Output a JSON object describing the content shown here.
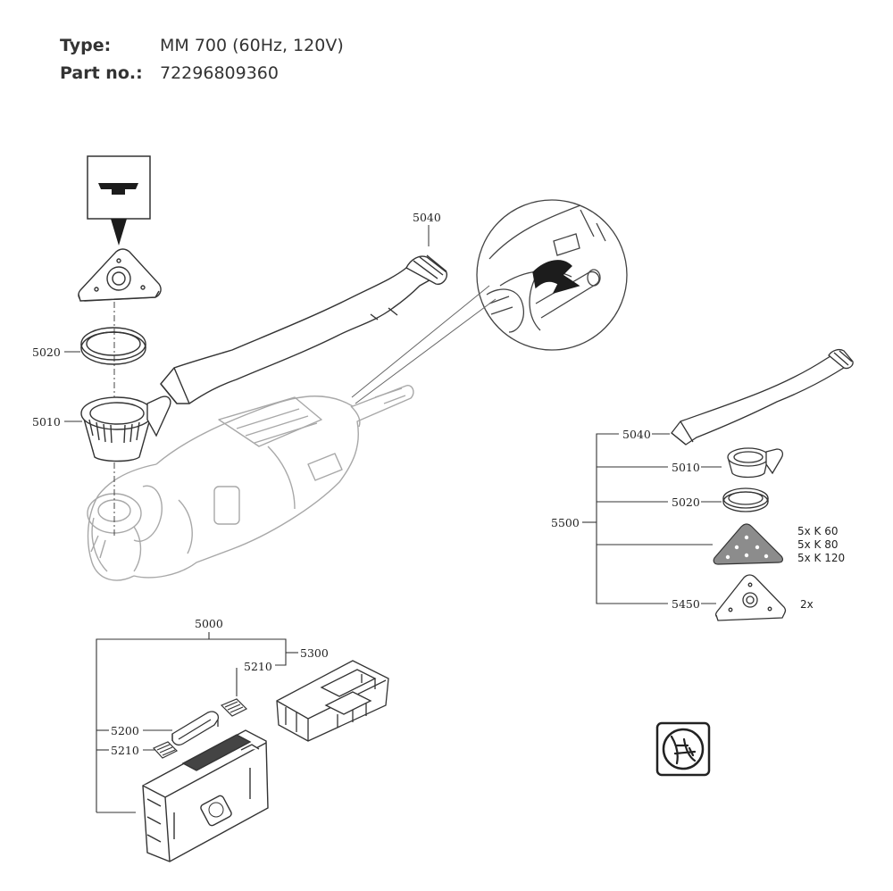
{
  "header": {
    "type_label": "Type:",
    "type_value": "MM 700 (60Hz, 120V)",
    "part_label": "Part no.:",
    "part_value": "72296809360"
  },
  "callouts": {
    "hose_main": "5040",
    "ring_left": "5020",
    "hood_left": "5010",
    "kit_hose": "5040",
    "kit_hood": "5010",
    "kit_ring": "5020",
    "kit_set": "5500",
    "kit_pad": "5450",
    "case_set": "5000",
    "insert": "5300",
    "clip_top": "5210",
    "handle": "5200",
    "clip_left": "5210"
  },
  "kit_notes": {
    "sheet_grit_1": "5x K 60",
    "sheet_grit_2": "5x K 80",
    "sheet_grit_3": "5x K 120",
    "pad_qty": "2x"
  },
  "colors": {
    "line": "#3a3a3a",
    "light_line": "#9a9a9a",
    "sheet_fill": "#8c8c8c"
  },
  "logo": "fein-logo"
}
